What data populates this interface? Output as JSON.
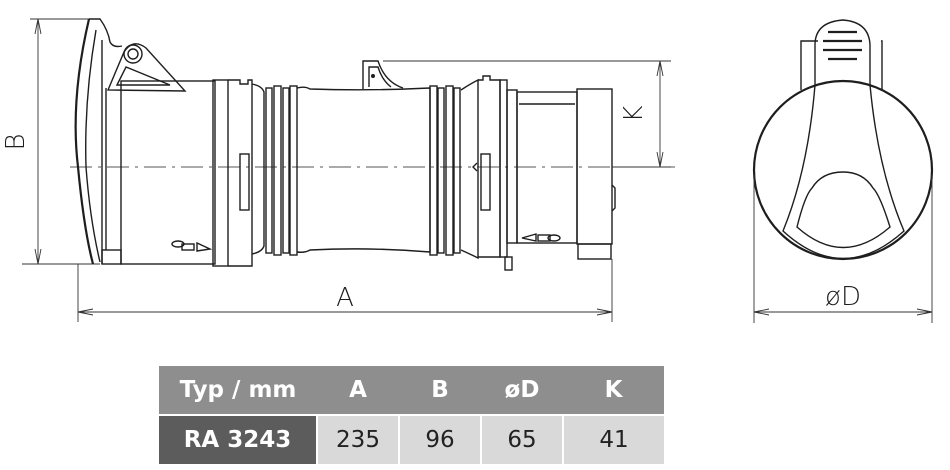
{
  "drawing": {
    "side_view": {
      "dimension_labels": {
        "A": "A",
        "B": "B",
        "K": "K"
      }
    },
    "front_view": {
      "dimension_labels": {
        "D": "øD"
      }
    }
  },
  "table": {
    "headers": [
      "Typ / mm",
      "A",
      "B",
      "øD",
      "K"
    ],
    "rows": [
      {
        "type": "RA 3243",
        "A": "235",
        "B": "96",
        "D": "65",
        "K": "41"
      }
    ],
    "colors": {
      "header_bg": "#8e8e8e",
      "type_cell_bg": "#5c5c5c",
      "value_cell_bg": "#d9d9d9",
      "header_text": "#ffffff",
      "value_text": "#222222"
    }
  }
}
